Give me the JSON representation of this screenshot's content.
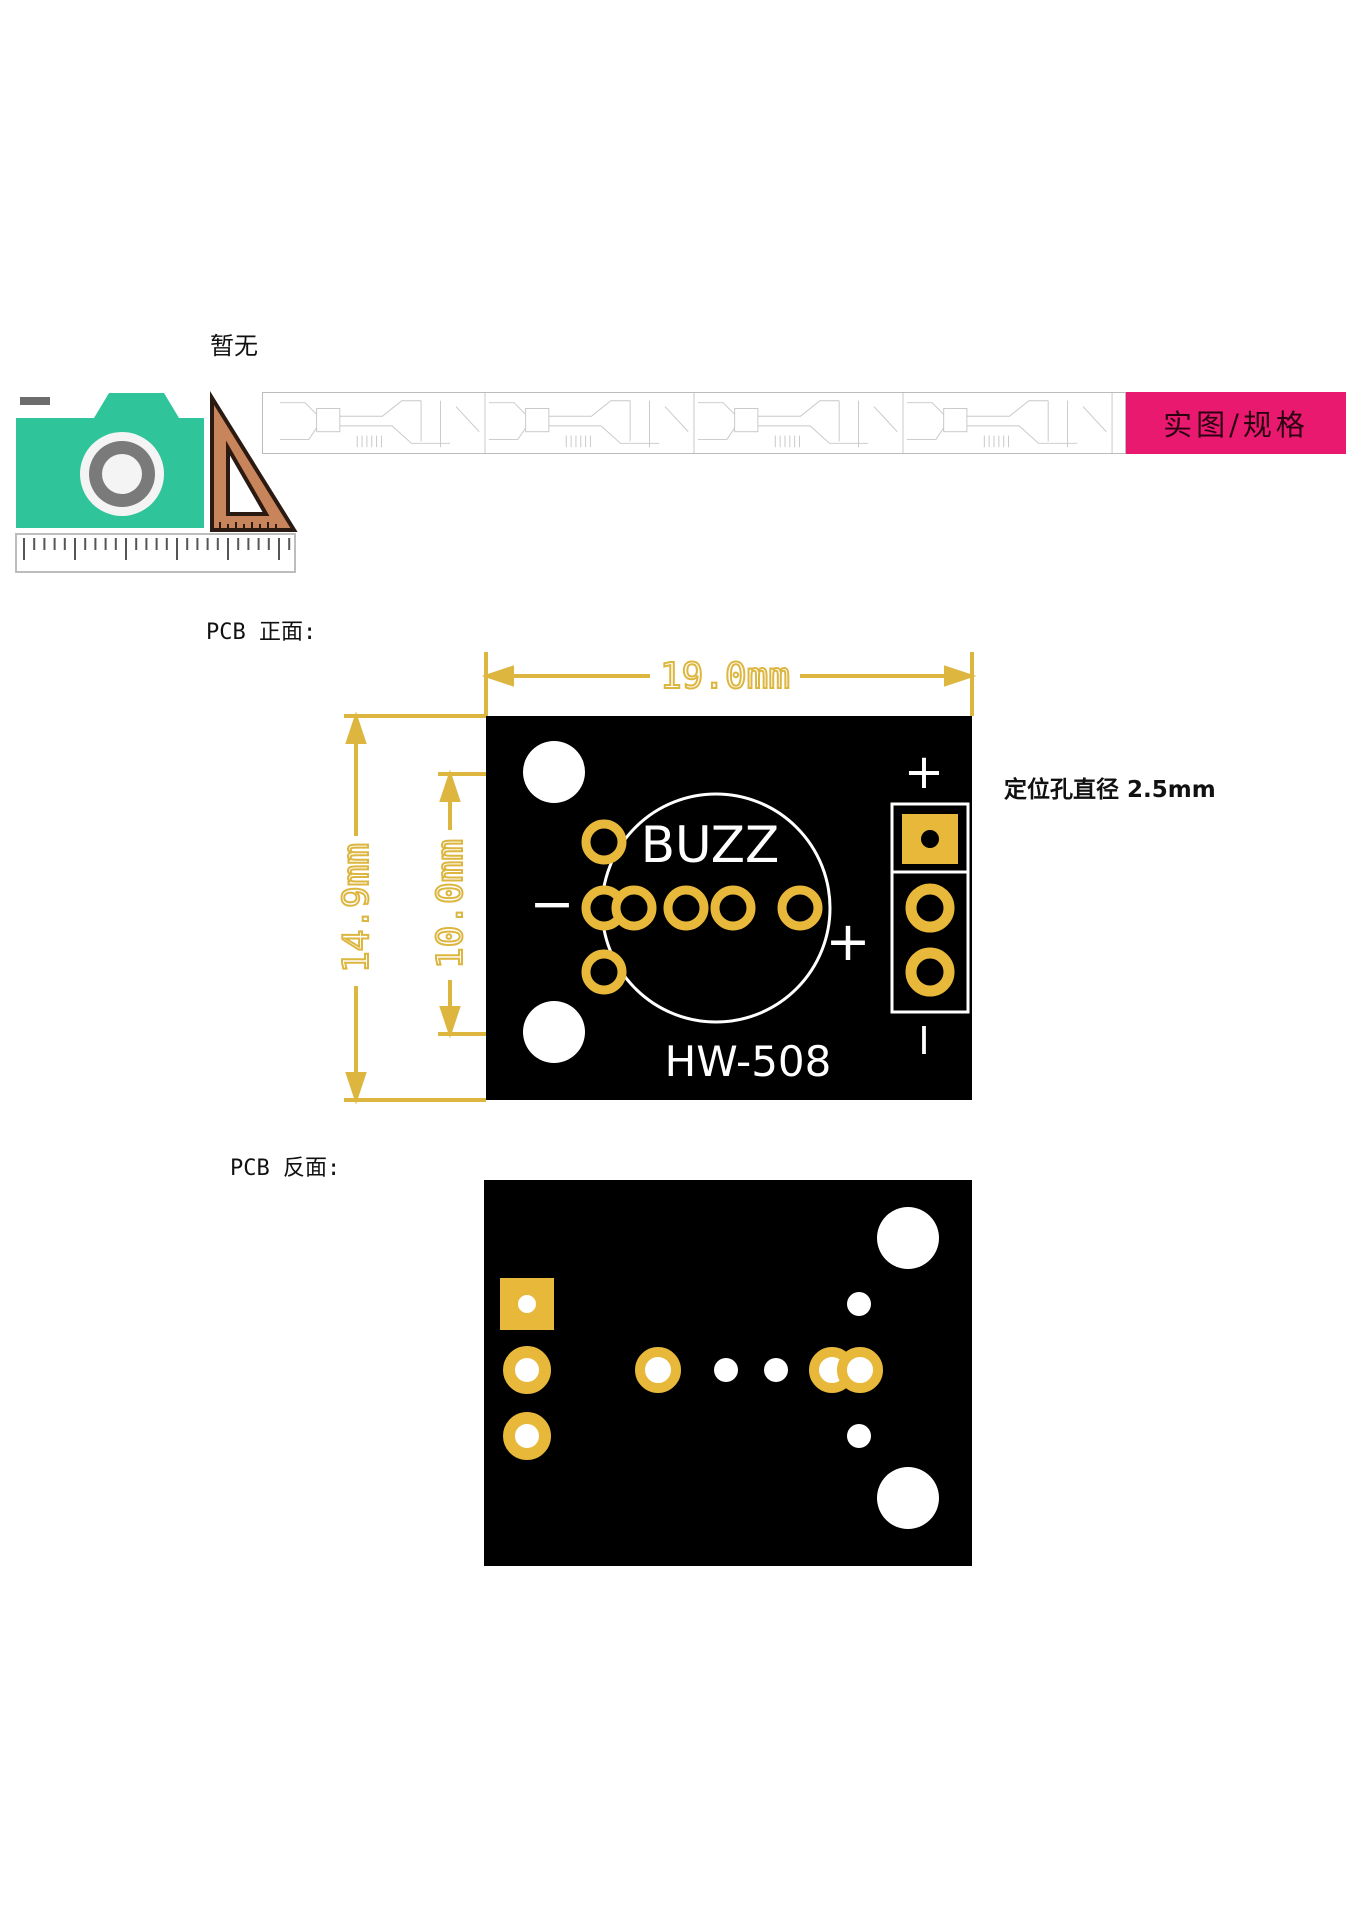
{
  "page": {
    "no_image_note": "暂无",
    "banner_tag": "实图/规格",
    "front_label": "PCB 正面:",
    "back_label": "PCB 反面:",
    "hole_note": "定位孔直径 2.5mm"
  },
  "front": {
    "width_dim": "19.0mm",
    "height_dim": "14.9mm",
    "inner_dim": "10.0mm",
    "silk_title": "BUZZ",
    "silk_model": "HW-508",
    "plus_sign": "+",
    "minus_sign": "−",
    "header_plus": "+",
    "header_minus": "I"
  },
  "icons": {
    "camera": "camera-icon",
    "ruler": "ruler-icon",
    "triangle": "triangle-ruler-icon"
  },
  "colors": {
    "board": "#000000",
    "gold": "#e8b83a",
    "dimension": "#ddb640",
    "camera": "#2fc49a",
    "banner_tag": "#ea1970"
  }
}
